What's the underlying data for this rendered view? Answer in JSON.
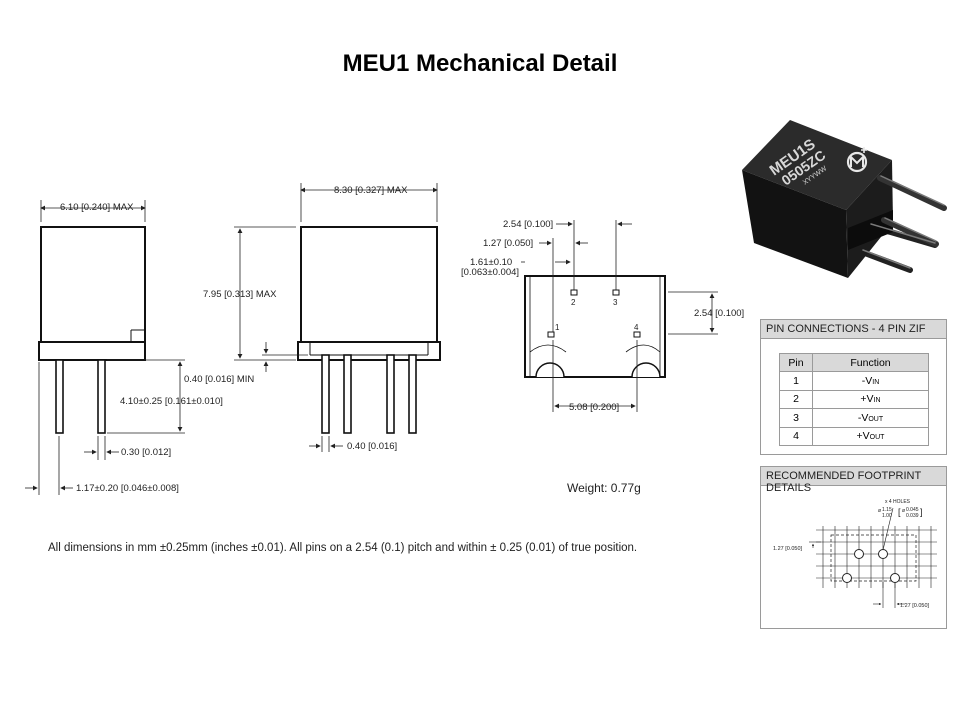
{
  "title": "MEU1 Mechanical Detail",
  "dims": {
    "width_max": "6.10 [0.240] MAX",
    "length_max": "8.30 [0.327] MAX",
    "height_max": "7.95 [0.313] MAX",
    "standoff_min": "0.40 [0.016] MIN",
    "pin_length": "4.10±0.25 [0.161±0.010]",
    "pin_thickness": "0.30 [0.012]",
    "pin_offset": "1.17±0.20 [0.046±0.008]",
    "pin_width": "0.40 [0.016]",
    "pitch_2_54": "2.54 [0.100]",
    "pitch_1_27": "1.27 [0.050]",
    "inset_1": "1.61±0.10",
    "inset_2": "[0.063±0.004]",
    "row_2_54": "2.54 [0.100]",
    "span_5_08": "5.08 [0.200]",
    "pin_numbers": [
      "1",
      "2",
      "3",
      "4"
    ]
  },
  "weight": "Weight: 0.77g",
  "note": "All dimensions in mm ±0.25mm (inches ±0.01). All pins on a 2.54 (0.1) pitch and within ± 0.25 (0.01) of true position.",
  "product": {
    "marking_line1": "MEU1S",
    "marking_line2": "0505ZC",
    "marking_line3": "XYYWW"
  },
  "pin_connections": {
    "heading": "PIN CONNECTIONS - 4 PIN ZIF",
    "col_pin": "Pin",
    "col_function": "Function",
    "rows": [
      {
        "pin": "1",
        "main": "-V",
        "sub": "IN"
      },
      {
        "pin": "2",
        "main": "+V",
        "sub": "IN"
      },
      {
        "pin": "3",
        "main": "-V",
        "sub": "OUT"
      },
      {
        "pin": "4",
        "main": "+V",
        "sub": "OUT"
      }
    ]
  },
  "footprint": {
    "heading": "RECOMMENDED FOOTPRINT DETAILS",
    "holes": "x 4 HOLES",
    "dia_mm_top": "1.15",
    "dia_mm_bot": "1.00",
    "dia_in_top": "0.045",
    "dia_in_bot": "0.039",
    "pitch_left": "1.27 [0.050]",
    "pitch_bottom": "1.27 [0.050]"
  }
}
